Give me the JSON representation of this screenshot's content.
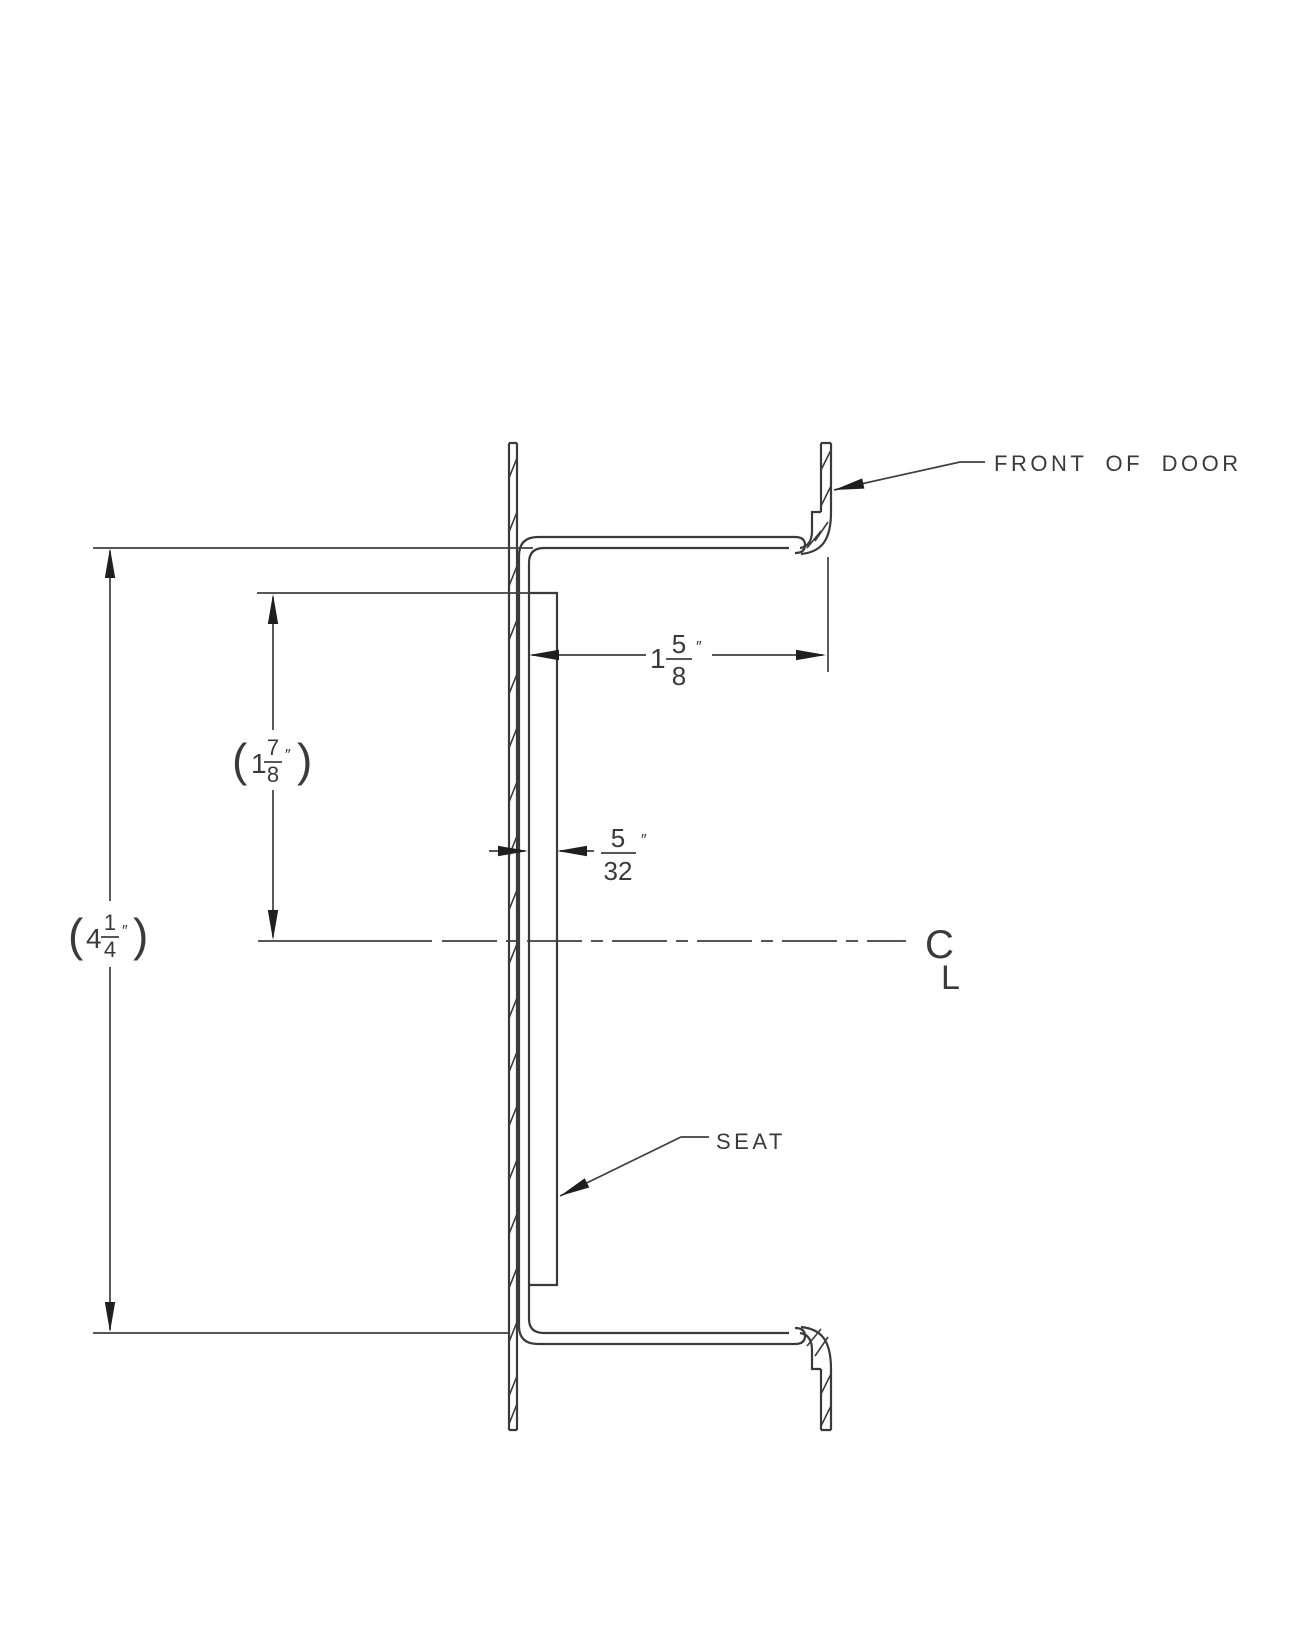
{
  "labels": {
    "front_of_door": "FRONT OF DOOR",
    "seat": "SEAT",
    "centerline_c": "C",
    "centerline_l": "L"
  },
  "dimensions": {
    "overall_height": {
      "open": "(",
      "whole": "4",
      "num": "1",
      "den": "4",
      "unit": "″",
      "close": ")"
    },
    "seat_to_centerline": {
      "open": "(",
      "whole": "1",
      "num": "7",
      "den": "8",
      "unit": "″",
      "close": ")"
    },
    "door_backset": {
      "whole": "1",
      "num": "5",
      "den": "8",
      "unit": "″"
    },
    "seat_thickness": {
      "num": "5",
      "den": "32",
      "unit": "″"
    }
  },
  "colors": {
    "line": "#3a3a3a",
    "text": "#3a3a3a",
    "background": "#ffffff"
  }
}
